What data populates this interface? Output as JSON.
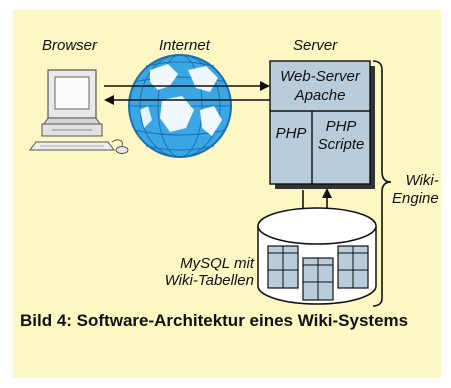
{
  "labels": {
    "browser": "Browser",
    "internet": "Internet",
    "server": "Server",
    "web_server_line1": "Web-Server",
    "web_server_line2": "Apache",
    "php": "PHP",
    "php_scripte_line1": "PHP",
    "php_scripte_line2": "Scripte",
    "wiki_engine_line1": "Wiki-",
    "wiki_engine_line2": "Engine",
    "mysql_line1": "MySQL mit",
    "mysql_line2": "Wiki-Tabellen"
  },
  "caption": "Bild 4: Software-Architektur eines Wiki-Systems",
  "colors": {
    "panel": "#fdf7c4",
    "server_box": "#b9ccdc",
    "globe": "#38a4e0",
    "globe_dark": "#1d6fb0"
  }
}
